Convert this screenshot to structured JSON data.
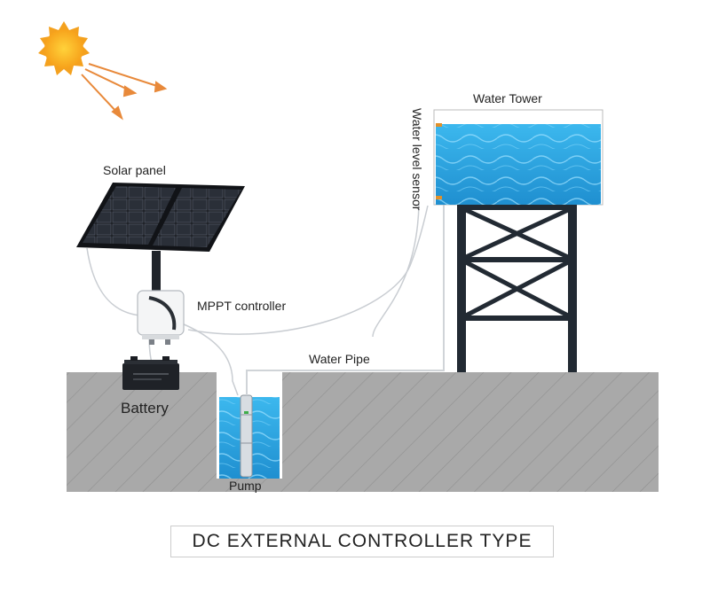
{
  "labels": {
    "solar_panel": "Solar panel",
    "mppt_controller": "MPPT controller",
    "battery": "Battery",
    "pump": "Pump",
    "water_pipe": "Water Pipe",
    "water_tower": "Water Tower",
    "water_level_sensor": "Water level sensor"
  },
  "title": "DC EXTERNAL CONTROLLER TYPE",
  "colors": {
    "ground": "#a9a9a9",
    "water": "#2fa6e0",
    "tower_frame": "#222a33",
    "sun": "#f7a21b",
    "sun_rays": "#e8893a",
    "panel_cell": "#1a1d22"
  }
}
